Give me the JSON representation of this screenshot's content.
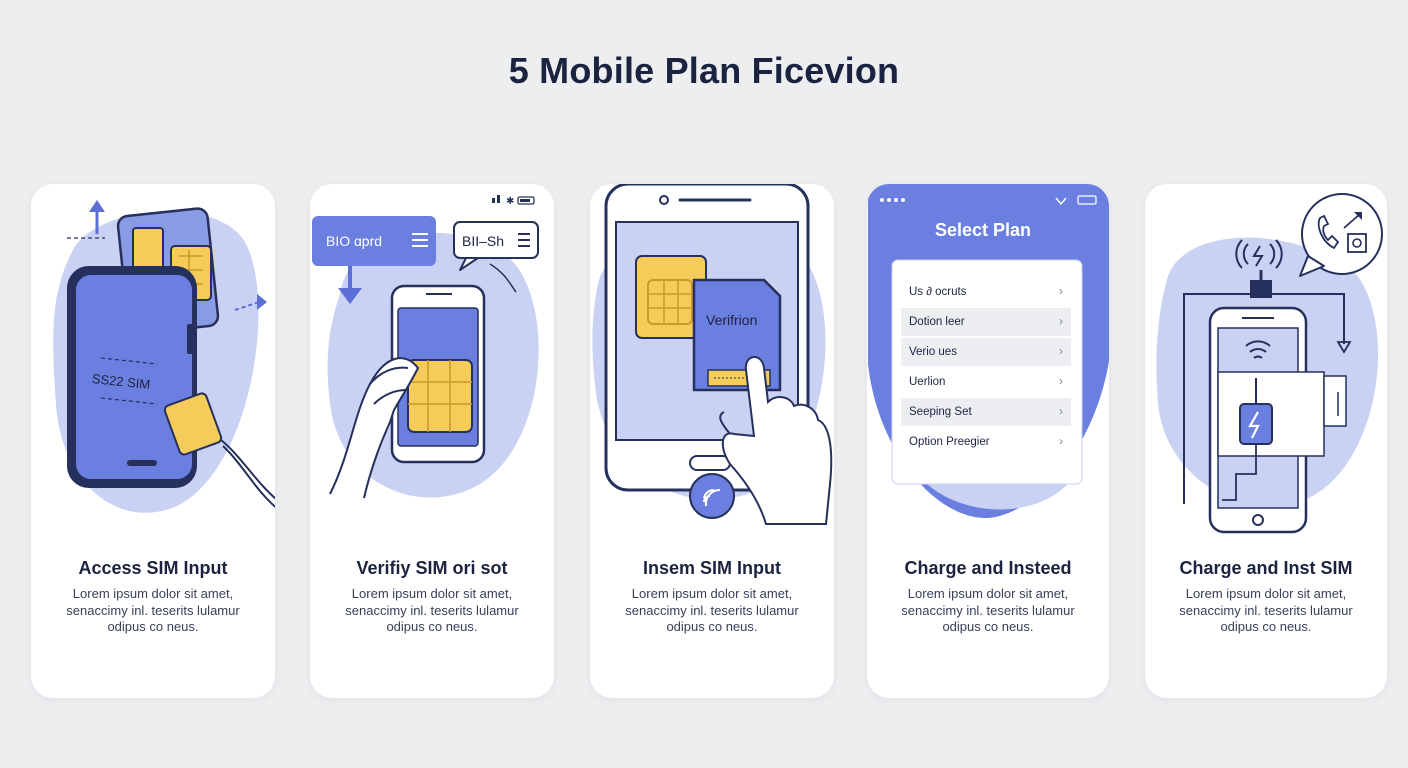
{
  "page_title": "5 Mobile Plan Ficevion",
  "colors": {
    "accent": "#6b7fe0",
    "accent_dark": "#26305c",
    "blob": "#c9d2f3",
    "sim_gold": "#f5cc5a",
    "background": "#eceef0"
  },
  "cards": [
    {
      "title": "Access SIM Input",
      "desc": [
        "Lorem ipsum dolor sit amet,",
        "senaccimy inl. teserits lulamur",
        "odipus co neus."
      ],
      "art": {
        "phone_label": "SS22 SIM"
      }
    },
    {
      "title": "Verifiy SIM ori sot",
      "desc": [
        "Lorem ipsum dolor sit amet,",
        "senaccimy inl. teserits lulamur",
        "odipus co neus."
      ],
      "art": {
        "bubble_left": "BIO ɑprd",
        "bubble_right": "BII–Sh"
      }
    },
    {
      "title": "Insem SIM Input",
      "desc": [
        "Lorem ipsum dolor sit amet,",
        "senaccimy inl. teserits lulamur",
        "odipus co neus."
      ],
      "art": {
        "card_label": "Verifrion"
      }
    },
    {
      "title": "Charge and Insteed",
      "desc": [
        "Lorem ipsum dolor sit amet,",
        "senaccimy inl. teserits lulamur",
        "odipus co neus."
      ],
      "art": {
        "screen_title": "Select Plan",
        "options": [
          "Us ∂ ocruts",
          "Dotion leer",
          "Verio ues",
          "Uerlion",
          "Seeping Set",
          "Option Preegier"
        ]
      }
    },
    {
      "title": "Charge and Inst SIM",
      "desc": [
        "Lorem ipsum dolor sit amet,",
        "senaccimy inl. teserits lulamur",
        "odipus co neus."
      ],
      "art": {}
    }
  ]
}
